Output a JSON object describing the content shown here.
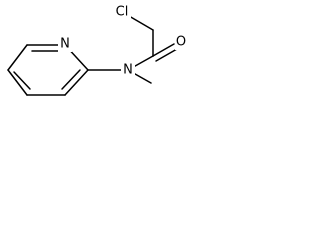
{
  "molecule": {
    "atoms": {
      "chlorine": "Cl",
      "carbonyl_oxygen": "O",
      "amide_nitrogen": "N",
      "pyridine_nitrogen": "N"
    }
  },
  "colors": {
    "bond": "#000000",
    "label": "#000000",
    "background": "#ffffff"
  }
}
